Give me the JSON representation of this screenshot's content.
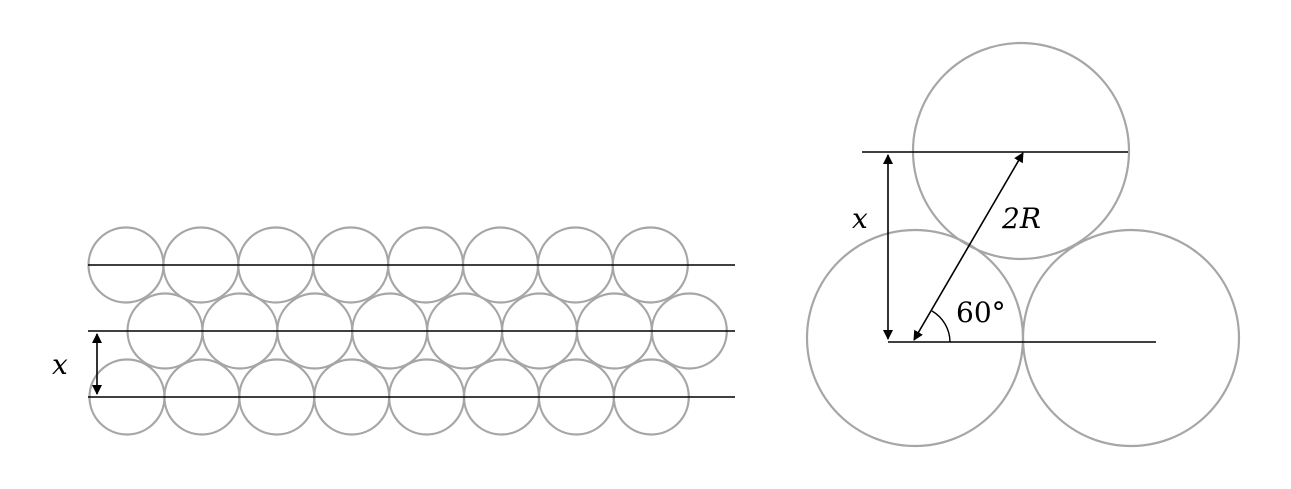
{
  "left_figure": {
    "spacing_label": "x",
    "rows": [
      {
        "name": "top-row",
        "count": 8
      },
      {
        "name": "middle-row",
        "count": 8
      },
      {
        "name": "bottom-row",
        "count": 8
      }
    ]
  },
  "right_figure": {
    "height_label": "x",
    "distance_label": "2R",
    "angle_label": "60°"
  },
  "colors": {
    "circle_stroke": "#a6a6a6",
    "line": "#000000",
    "background": "#ffffff"
  }
}
